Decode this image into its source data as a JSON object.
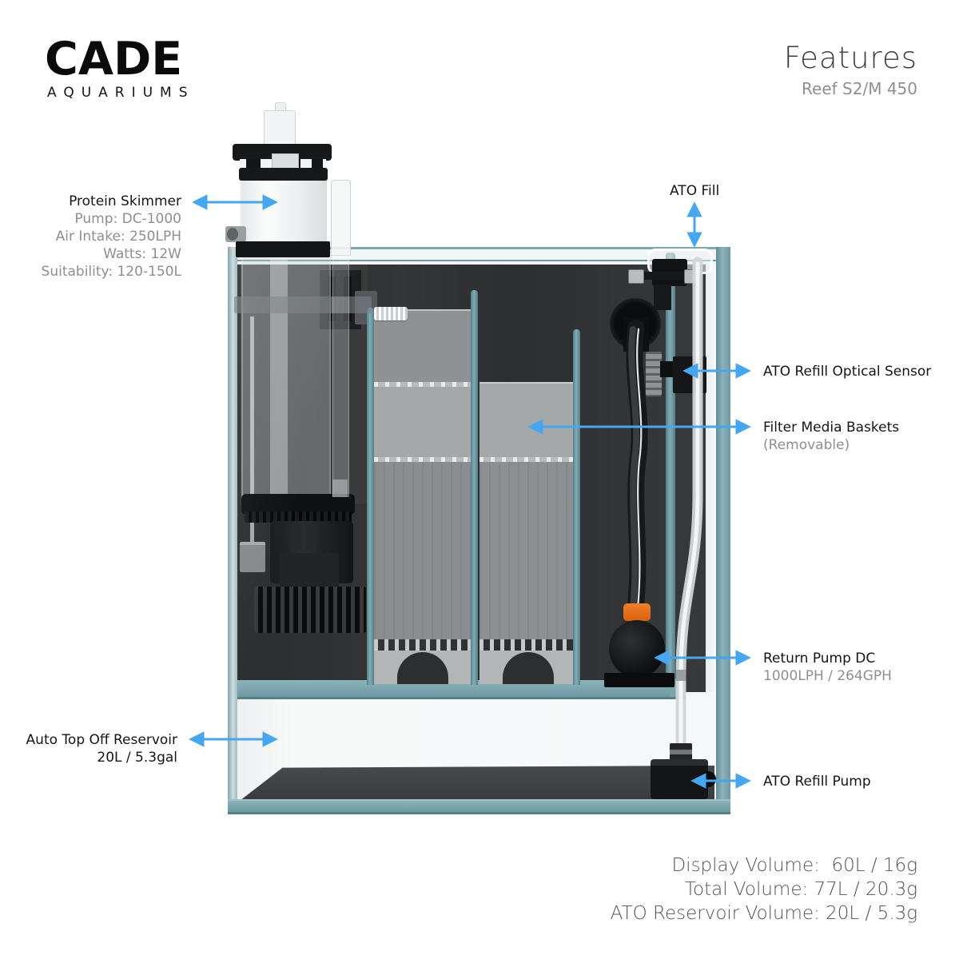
{
  "brand": {
    "name": "CADE",
    "tagline": "AQUARIUMS"
  },
  "header": {
    "title": "Features",
    "subtitle": "Reef S2/M 450"
  },
  "labels": {
    "protein_skimmer": {
      "title": "Protein Skimmer",
      "details": [
        "Pump: DC-1000",
        "Air Intake: 250LPH",
        "Watts: 12W",
        "Suitability: 120-150L"
      ]
    },
    "ato_fill": {
      "title": "ATO Fill"
    },
    "ato_sensor": {
      "title": "ATO Refill Optical Sensor"
    },
    "filter_baskets": {
      "title": "Filter Media Baskets",
      "subtitle": "(Removable)"
    },
    "return_pump": {
      "title": "Return Pump DC",
      "subtitle": "1000LPH / 264GPH"
    },
    "ato_reservoir": {
      "title": "Auto Top Off Reservoir",
      "subtitle": "20L / 5.3gal"
    },
    "ato_refill_pump": {
      "title": "ATO Refill Pump"
    }
  },
  "volumes": [
    "Display Volume:  60L / 16g",
    "Total Volume: 77L / 20.3g",
    "ATO Reservoir Volume: 20L / 5.3g"
  ],
  "colors": {
    "arrow": "#45a6f2",
    "glass_teal": "#6f9aa3",
    "interior_dark": "#2e3032",
    "accent_orange": "#e8721e"
  }
}
